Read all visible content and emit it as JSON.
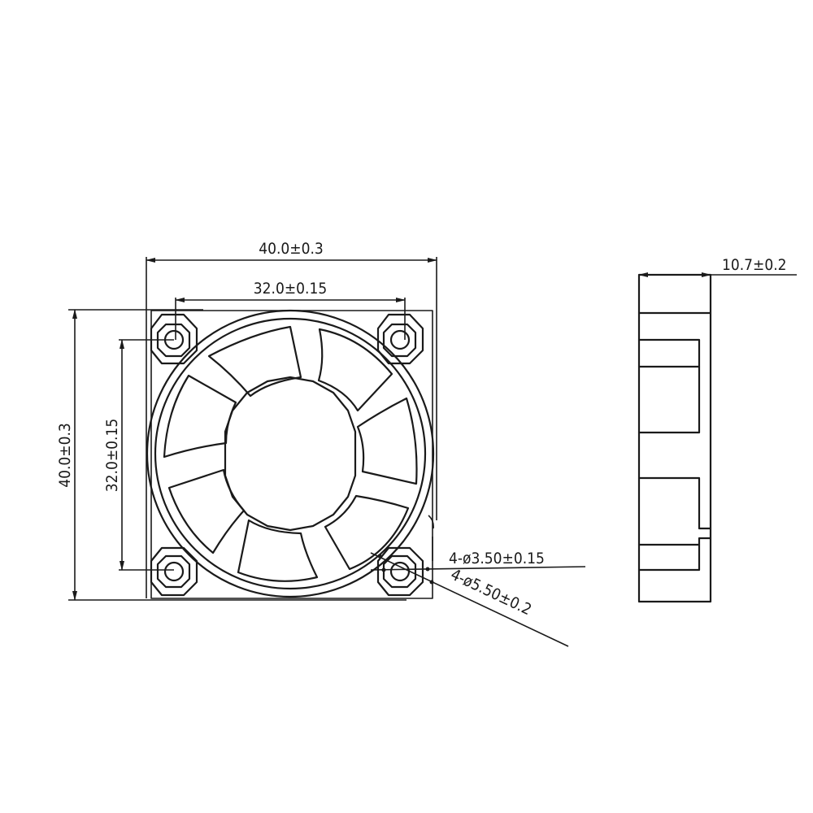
{
  "diagram": {
    "type": "engineering-drawing",
    "subject": "40mm axial cooling fan",
    "front_view": {
      "overall_width_label": "40.0±0.3",
      "hole_spacing_width_label": "32.0±0.15",
      "overall_height_label": "40.0±0.3",
      "hole_spacing_height_label": "32.0±0.15",
      "mounting_hole_label": "4-ø3.50±0.15",
      "boss_label": "4-ø5.50±0.2",
      "blade_count": 7
    },
    "side_view": {
      "thickness_label": "10.7±0.2"
    },
    "colors": {
      "line": "#1a1a1a",
      "background": "#ffffff"
    }
  }
}
